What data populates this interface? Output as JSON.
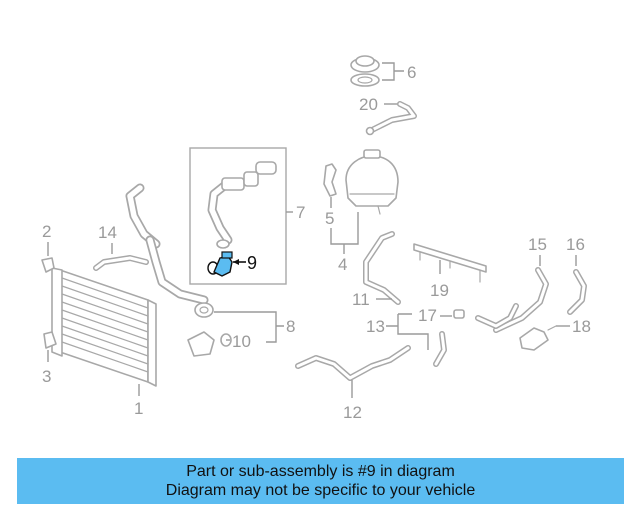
{
  "diagram": {
    "callouts": [
      "1",
      "2",
      "3",
      "4",
      "5",
      "6",
      "7",
      "8",
      "9",
      "10",
      "11",
      "12",
      "13",
      "14",
      "15",
      "16",
      "17",
      "18",
      "19",
      "20"
    ],
    "highlighted_part": "9",
    "highlight_color": "#5bbcf1",
    "line_color": "#a8a8a8"
  },
  "banner": {
    "line1": "Part or sub-assembly is #9 in diagram",
    "line2": "Diagram may not be specific to your vehicle",
    "background": "#5bbcf1"
  }
}
